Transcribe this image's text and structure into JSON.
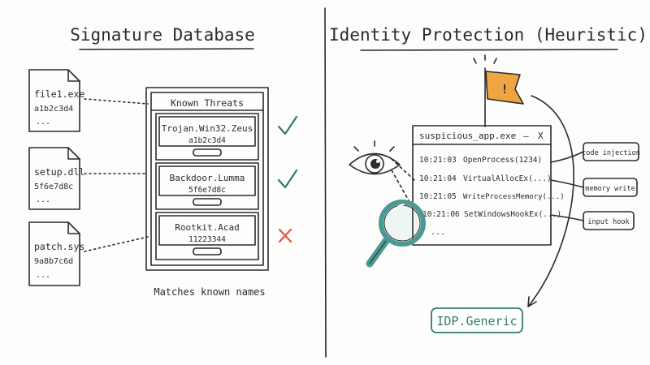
{
  "left_panel": {
    "title": "Signature Database",
    "files": [
      {
        "name": "file1.exe",
        "hash": "a1b2c3d4",
        "more": "..."
      },
      {
        "name": "setup.dll",
        "hash": "5f6e7d8c",
        "more": "..."
      },
      {
        "name": "patch.sys",
        "hash": "9a8b7c6d",
        "more": "..."
      }
    ],
    "cabinet_title": "Known Threats",
    "drawers": [
      {
        "name": "Trojan.Win32.Zeus",
        "hash": "a1b2c3d4",
        "result": "match"
      },
      {
        "name": "Backdoor.Lumma",
        "hash": "5f6e7d8c",
        "result": "match"
      },
      {
        "name": "Rootkit.Acad",
        "hash": "11223344",
        "result": "no-match"
      }
    ],
    "caption": "Matches known names"
  },
  "right_panel": {
    "title": "Identity Protection (Heuristic)",
    "window": {
      "title": "suspicious_app.exe",
      "minimize": "–",
      "close": "X",
      "log": [
        {
          "time": "10:21:03",
          "call": "OpenProcess(1234)"
        },
        {
          "time": "10:21:04",
          "call": "VirtualAllocEx(...)"
        },
        {
          "time": "10:21:05",
          "call": "WriteProcessMemory(...)"
        },
        {
          "time": "10:21:06",
          "call": "SetWindowsHookEx(...)"
        }
      ],
      "more": "..."
    },
    "tags": [
      "code injection",
      "memory write",
      "input hook"
    ],
    "flag_symbol": "!",
    "verdict": "IDP.Generic"
  },
  "colors": {
    "ink": "#2b2b2b",
    "check": "#2f7d6b",
    "cross": "#d9583b",
    "flag": "#f0a640",
    "lens": "#4a9a93",
    "verdict_border": "#2f7d6b"
  }
}
